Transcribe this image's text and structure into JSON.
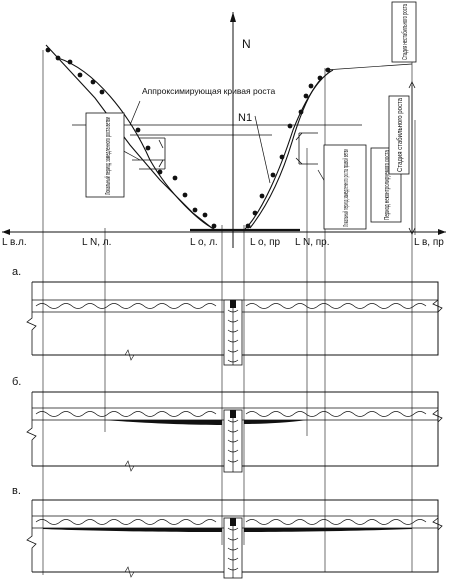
{
  "axis_label_n": "N",
  "curve_label": "Аппроксимирующая кривая роста",
  "n1_label": "N1",
  "left_branch_label": "Локальный период замедленного роста ветви",
  "right_branch_label": "Локальный период замедленного роста правой ветви",
  "uncontrolled_label": "Период неконтролируемого роста",
  "stable_label": "Стадия стабильного роста",
  "unstable_label": "Стадия нестабильного роста",
  "x_labels": {
    "l_vl": "L в.л.",
    "l_nl": "L N, л.",
    "l_ol": "L о, л.",
    "l_opr": "L о, пр",
    "l_npr": "L N, пр.",
    "l_vpr": "L в, пр"
  },
  "panel_labels": {
    "a": "а.",
    "b": "б.",
    "c": "в."
  },
  "line_color": "#111111"
}
